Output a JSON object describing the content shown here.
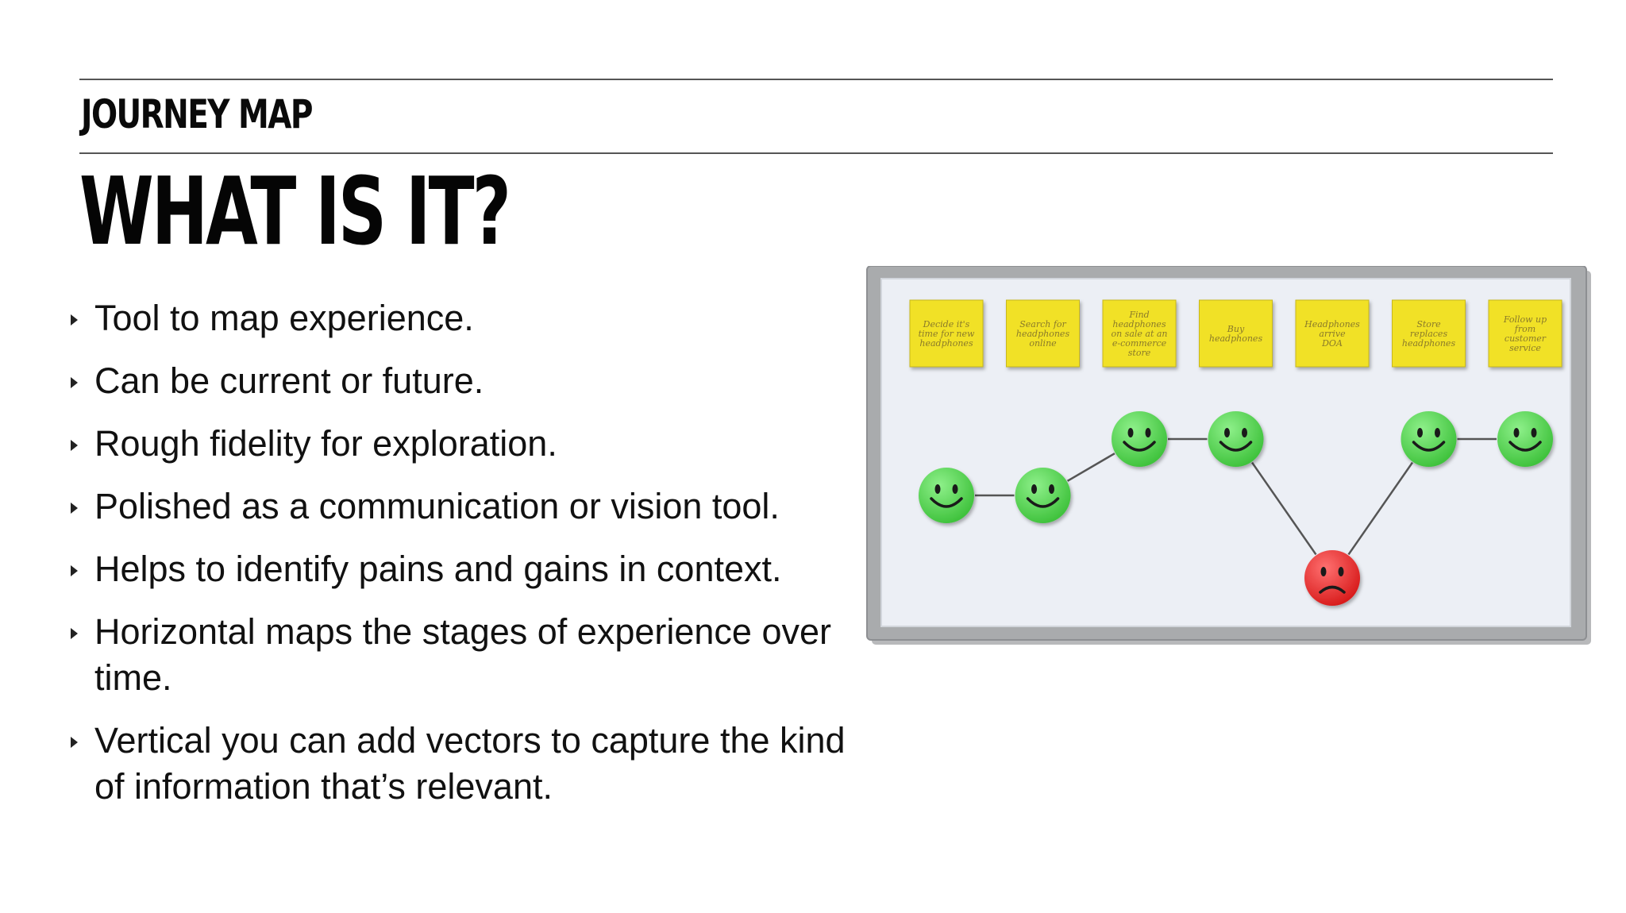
{
  "header": {
    "section_label": "JOURNEY MAP",
    "title": "WHAT IS IT?"
  },
  "bullets": [
    {
      "text": "Tool to map experience."
    },
    {
      "text": "Can be current or future."
    },
    {
      "text": "Rough fidelity for exploration."
    },
    {
      "text": "Polished as a communication or vision tool."
    },
    {
      "text": "Helps to identify pains and gains in context."
    },
    {
      "text": "Horizontal maps the stages of experience over time."
    },
    {
      "text": "Vertical you can add vectors to capture the kind of information that’s relevant."
    }
  ],
  "journey_board": {
    "stages": [
      {
        "label": "Decide it's time for new headphones",
        "lines": [
          "Decide it's",
          "time for new",
          "headphones"
        ],
        "mood": "happy",
        "level": 1
      },
      {
        "label": "Search for headphones online",
        "lines": [
          "Search for",
          "headphones",
          "online"
        ],
        "mood": "happy",
        "level": 1
      },
      {
        "label": "Find headphones on sale at an e-commerce store",
        "lines": [
          "Find",
          "headphones",
          "on sale at an",
          "e-commerce",
          "store"
        ],
        "mood": "happy",
        "level": 2
      },
      {
        "label": "Buy headphones",
        "lines": [
          "Buy",
          "headphones"
        ],
        "mood": "happy",
        "level": 2
      },
      {
        "label": "Headphones arrive DOA",
        "lines": [
          "Headphones",
          "arrive",
          "DOA"
        ],
        "mood": "sad",
        "level": 0
      },
      {
        "label": "Store replaces headphones",
        "lines": [
          "Store",
          "replaces",
          "headphones"
        ],
        "mood": "happy",
        "level": 2
      },
      {
        "label": "Follow up from customer service",
        "lines": [
          "Follow up",
          "from",
          "customer",
          "service"
        ],
        "mood": "happy",
        "level": 2
      }
    ],
    "colors": {
      "frame": "#a9abad",
      "board": "#eceff5",
      "note": "#f1e126",
      "note_text": "#8a7a2a",
      "happy": "#3fc23c",
      "sad": "#d81c1c",
      "connector": "#555555"
    }
  }
}
